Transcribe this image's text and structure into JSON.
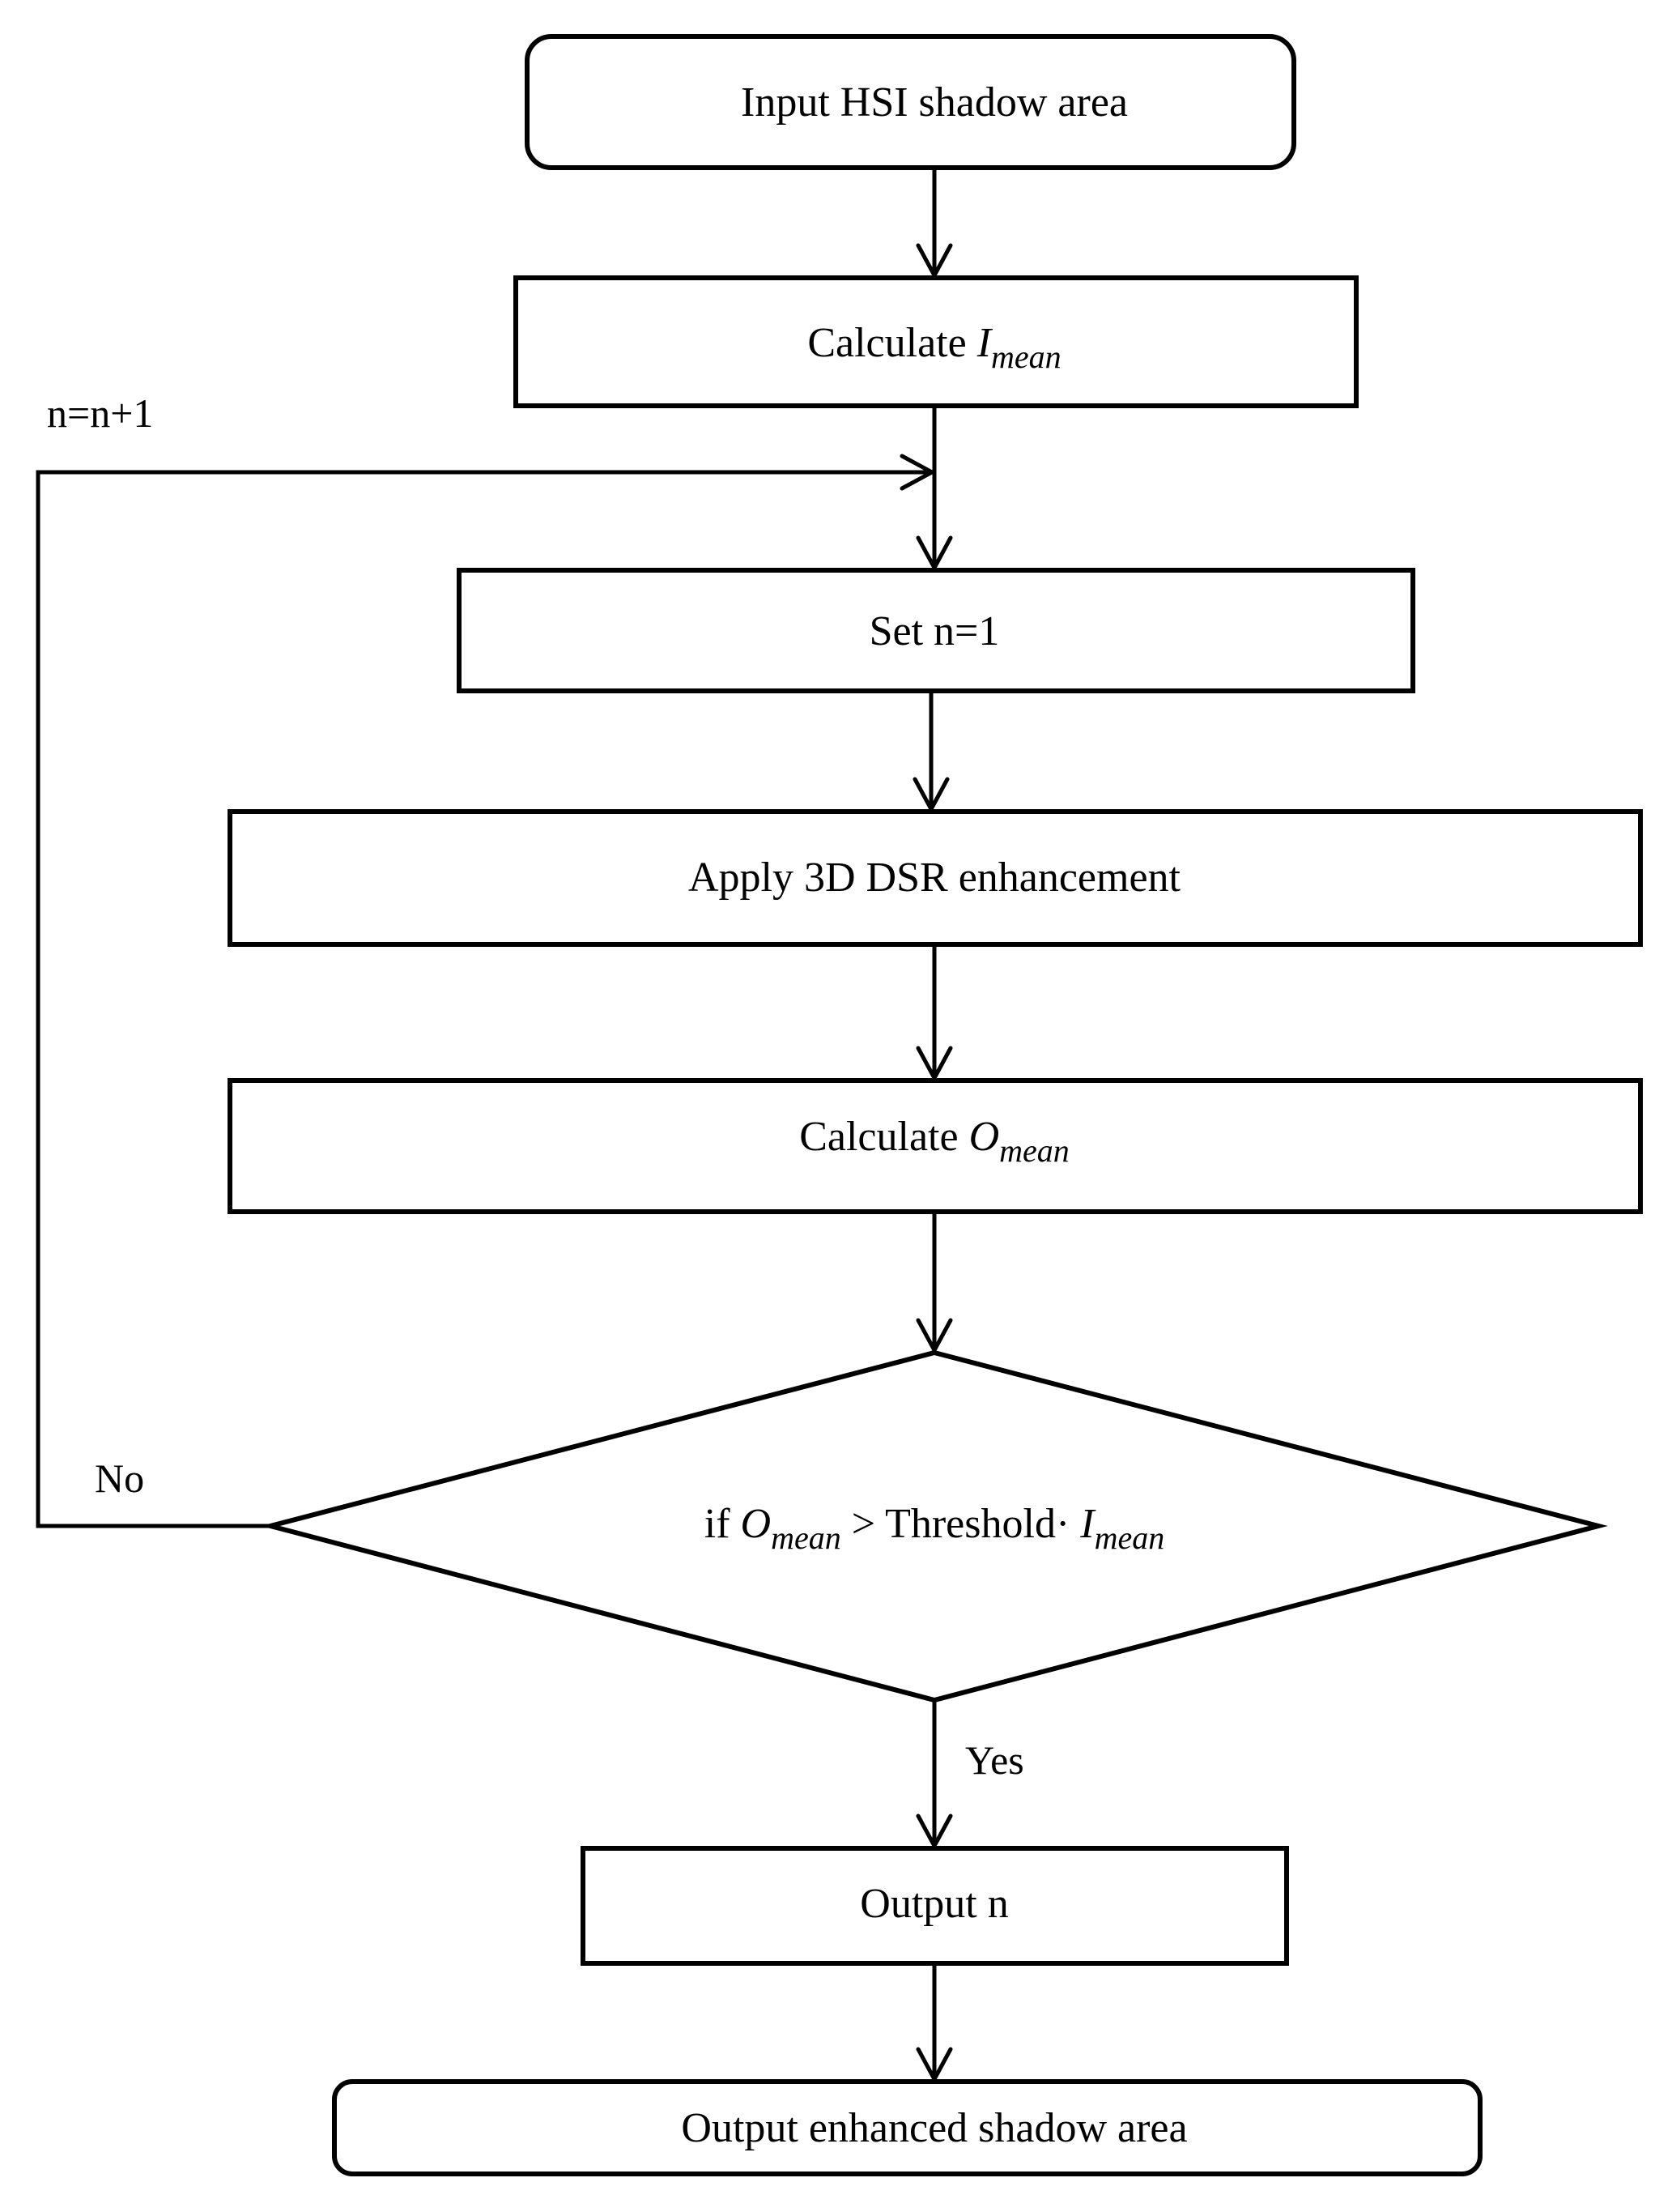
{
  "nodes": {
    "input": {
      "text": "Input HSI shadow area"
    },
    "calc_i": {
      "prefix": "Calculate ",
      "var": "I",
      "sub": "mean"
    },
    "set_n": {
      "text": "Set n=1"
    },
    "apply": {
      "text": "Apply 3D DSR enhancement"
    },
    "calc_o": {
      "prefix": "Calculate ",
      "var": "O",
      "sub": "mean"
    },
    "decision": {
      "prefix": "if ",
      "var1": "O",
      "sub1": "mean",
      "middle": " > Threshold· ",
      "var2": "I",
      "sub2": "mean"
    },
    "output_n": {
      "text": "Output n"
    },
    "output_final": {
      "text": "Output enhanced shadow area"
    }
  },
  "edge_labels": {
    "loop": "n=n+1",
    "no": "No",
    "yes": "Yes"
  }
}
